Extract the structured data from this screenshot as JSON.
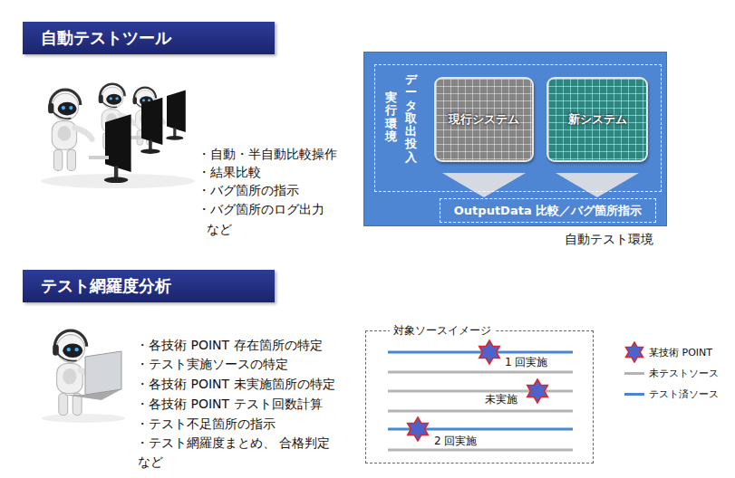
{
  "diagram": {
    "nodes": [
      {
        "text": [
          "自動テストツール"
        ]
      },
      {
        "text": [
          "自動テスト環境"
        ]
      },
      {
        "text": [
          "データ取出投入",
          "実行環境"
        ],
        "in": 1
      },
      {
        "text": [
          "現行システム"
        ],
        "in": 2
      },
      {
        "text": [
          "新システム"
        ],
        "in": 2
      },
      {
        "text": [
          "OutputData 比較／バグ箇所指示"
        ],
        "in": 1
      },
      {
        "text": [
          "テスト網羅度分析"
        ]
      },
      {
        "text": [
          "対象ソースイメージ"
        ]
      }
    ],
    "edges": [
      {
        "from": 3,
        "to": 5,
        "arrow": "to"
      },
      {
        "from": 4,
        "to": 5,
        "arrow": "to"
      }
    ],
    "labels": [
      "・自動・半自動比較操作",
      "・結果比較",
      "・バグ箇所の指示",
      "・バグ箇所のログ出力",
      "など",
      "・各技術 POINT 存在箇所の特定",
      "・テスト実施ソースの特定",
      "・各技術 POINT 未実施箇所の特定",
      "・各技術 POINT テスト回数計算",
      "・テスト不足箇所の指示",
      "・テスト網羅度まとめ、 合格判定",
      "など",
      "1 回実施",
      "未実施",
      "2 回実施"
    ],
    "legend": [
      {
        "text": "某技術 POINT"
      },
      {
        "text": "未テストソース",
        "color": "#b4b4b4"
      },
      {
        "text": "テスト済ソース",
        "color": "#4a86d0"
      }
    ]
  }
}
